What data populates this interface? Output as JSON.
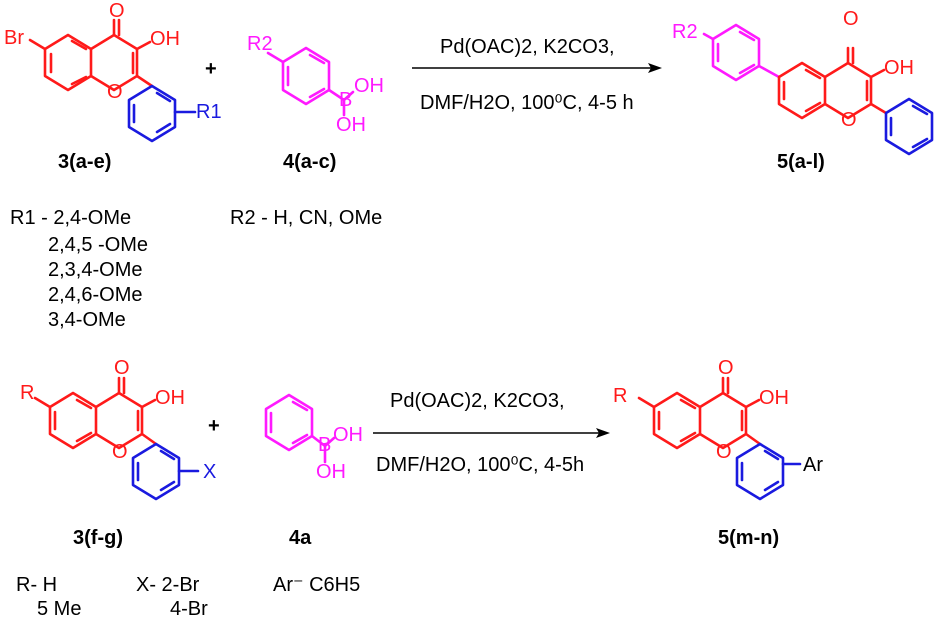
{
  "top": {
    "r1_name": "3(a-e)",
    "r2_name": "4(a-c)",
    "p_name": "5(a-l)",
    "plus": "+",
    "cond1": "Pd(OAC)2, K2CO3,",
    "cond2": "DMF/H2O, 100⁰C, 4-5 h",
    "atom_br": "Br",
    "atom_o1": "O",
    "atom_oh1": "OH",
    "atom_o_ring1": "O",
    "atom_r1": "R1",
    "atom_r2": "R2",
    "atom_b": "B",
    "atom_oh_b1": "OH",
    "atom_oh_b2": "OH",
    "prod_r2": "R2",
    "prod_o": "O",
    "prod_oh": "OH",
    "prod_o_ring": "O",
    "subst_r1": [
      "R1 - 2,4-OMe",
      "2,4,5 -OMe",
      "2,3,4-OMe",
      "2,4,6-OMe",
      "3,4-OMe"
    ],
    "subst_r2": "R2 - H, CN, OMe"
  },
  "bottom": {
    "r1_name": "3(f-g)",
    "r2_name": "4a",
    "p_name": "5(m-n)",
    "plus": "+",
    "cond1": "Pd(OAC)2, K2CO3,",
    "cond2": "DMF/H2O, 100⁰C, 4-5h",
    "atom_r": "R",
    "atom_o1": "O",
    "atom_oh1": "OH",
    "atom_o_ring1": "O",
    "atom_x": "X",
    "atom_b": "B",
    "atom_oh_b1": "OH",
    "atom_oh_b2": "OH",
    "prod_r": "R",
    "prod_o": "O",
    "prod_oh": "OH",
    "prod_o_ring": "O",
    "prod_ar": "Ar",
    "subst_r": [
      "R- H",
      "5 Me"
    ],
    "subst_x": [
      "X- 2-Br",
      "4-Br"
    ],
    "subst_ar": "Ar⁻ C6H5"
  },
  "colors": {
    "scaffold": "#ff1a1a",
    "aryl": "#1a1adf",
    "boronic": "#ff1aff",
    "arrow": "#000000"
  }
}
